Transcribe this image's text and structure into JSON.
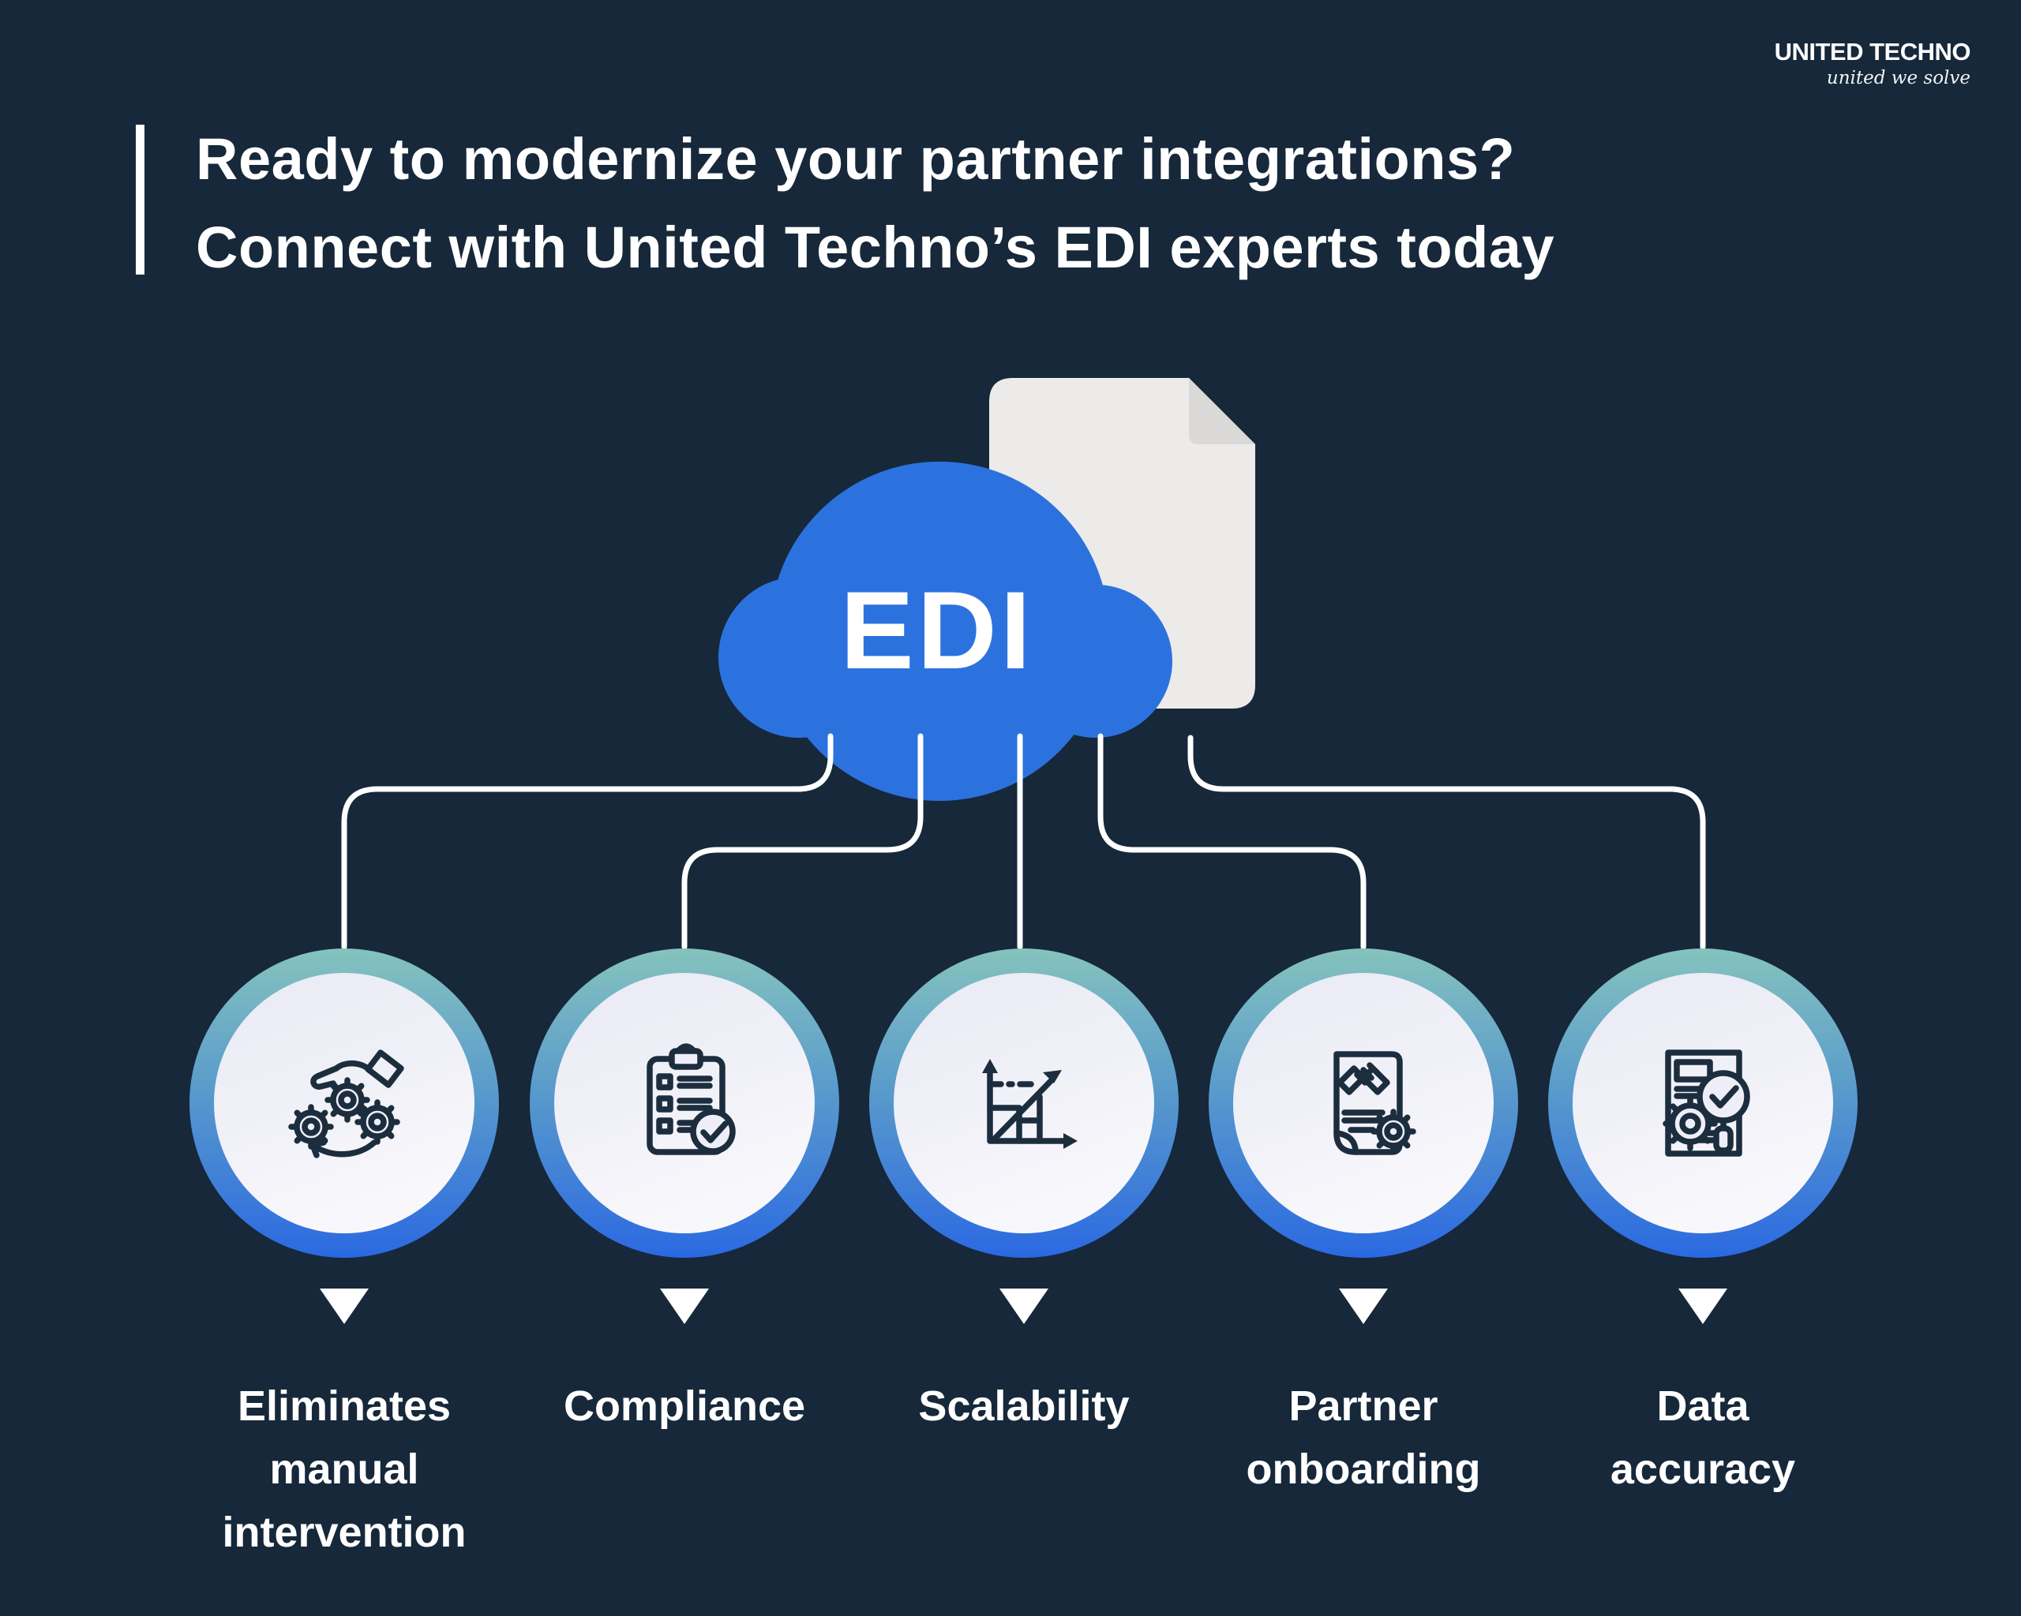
{
  "logo": {
    "name": "UNITED TECHNO",
    "tagline": "united we solve"
  },
  "title": {
    "line1": "Ready to modernize your partner integrations?",
    "line2_prefix": "Connect with ",
    "line2_bold": "United Techno’s",
    "line2_suffix": " EDI experts today"
  },
  "cloud": {
    "label": "EDI"
  },
  "benefits": [
    {
      "label": "Eliminates\nmanual\nintervention",
      "icon": "automation-gears-hand-icon"
    },
    {
      "label": "Compliance",
      "icon": "clipboard-checklist-icon"
    },
    {
      "label": "Scalability",
      "icon": "growth-chart-icon"
    },
    {
      "label": "Partner\nonboarding",
      "icon": "handshake-document-gear-icon"
    },
    {
      "label": "Data\naccuracy",
      "icon": "document-gear-magnifier-icon"
    }
  ],
  "colors": {
    "background": "#16283A",
    "cloud_blue": "#2C72DF",
    "document_gray": "#ECEBEA",
    "document_fold_gray": "#DBD9D8",
    "ring_teal": "#85C3BE",
    "ring_blue": "#2B69E2",
    "connector_white": "#FFFFFF",
    "icon_stroke": "#1C2D3E",
    "text_white": "#FFFFFF"
  }
}
